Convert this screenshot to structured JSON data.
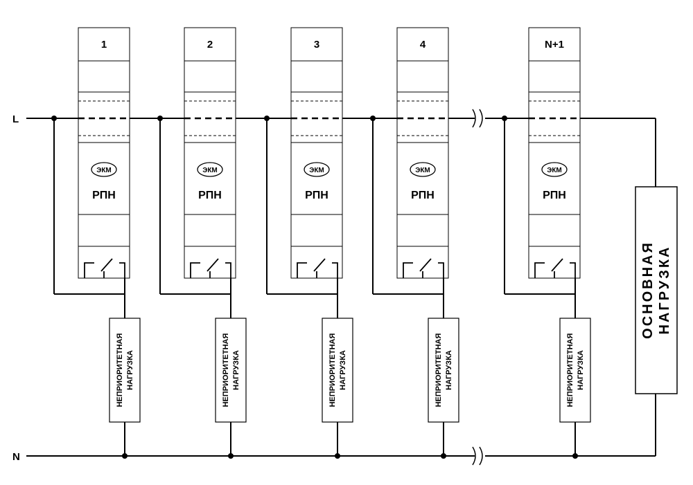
{
  "bus": {
    "line_label": "L",
    "neutral_label": "N"
  },
  "relays": [
    {
      "number": "1",
      "logo": "ЭКМ",
      "model": "РПН"
    },
    {
      "number": "2",
      "logo": "ЭКМ",
      "model": "РПН"
    },
    {
      "number": "3",
      "logo": "ЭКМ",
      "model": "РПН"
    },
    {
      "number": "4",
      "logo": "ЭКМ",
      "model": "РПН"
    },
    {
      "number": "N+1",
      "logo": "ЭКМ",
      "model": "РПН"
    }
  ],
  "secondary_load": {
    "line1": "НЕПРИОРИТЕТНАЯ",
    "line2": "НАГРУЗКА"
  },
  "main_load": {
    "line1": "ОСНОВНАЯ",
    "line2": "НАГРУЗКА"
  },
  "colors": {
    "wire": "#000000",
    "box": "#000000",
    "background": "#ffffff"
  }
}
